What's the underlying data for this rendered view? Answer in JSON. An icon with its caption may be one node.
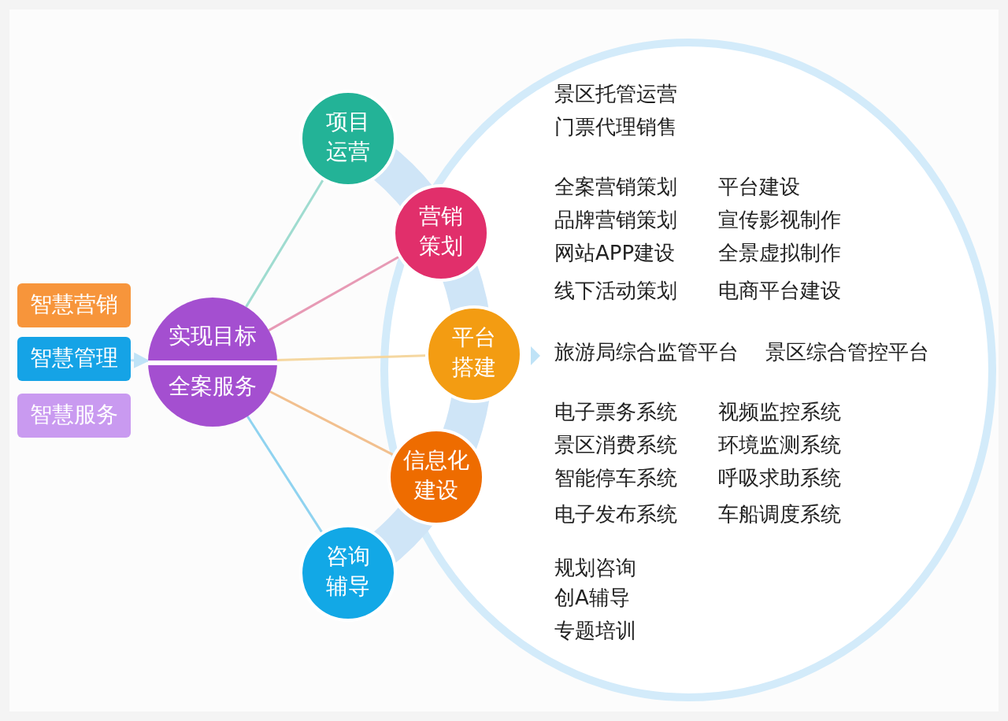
{
  "diagram": {
    "nodes": [
      {
        "text": [
          "智慧营销"
        ]
      },
      {
        "text": [
          "智慧管理"
        ]
      },
      {
        "text": [
          "智慧服务"
        ]
      },
      {
        "text": [
          "实现目标",
          "全案服务"
        ]
      },
      {
        "text": [
          "项目运营"
        ]
      },
      {
        "text": [
          "营销策划"
        ]
      },
      {
        "text": [
          "平台搭建"
        ]
      },
      {
        "text": [
          "信息化建设"
        ]
      },
      {
        "text": [
          "咨询辅导"
        ]
      }
    ],
    "edges": [
      {
        "from": 1,
        "to": 3,
        "arrow": "to",
        "color": "#bfe3f7"
      },
      {
        "from": 3,
        "to": 4,
        "arrow": "none",
        "color": "#9fdcd0"
      },
      {
        "from": 3,
        "to": 5,
        "arrow": "none",
        "color": "#e79ab5"
      },
      {
        "from": 3,
        "to": 6,
        "arrow": "none",
        "color": "#f5d7a0"
      },
      {
        "from": 3,
        "to": 7,
        "arrow": "none",
        "color": "#f2c08f"
      },
      {
        "from": 3,
        "to": 8,
        "arrow": "none",
        "color": "#8fd3f0"
      }
    ],
    "labels": [
      "景区托管运营",
      "门票代理销售",
      "全案营销策划",
      "平台建设",
      "品牌营销策划",
      "宣传影视制作",
      "网站APP建设",
      "全景虚拟制作",
      "线下活动策划",
      "电商平台建设",
      "旅游局综合监管平台",
      "景区综合管控平台",
      "电子票务系统",
      "视频监控系统",
      "景区消费系统",
      "环境监测系统",
      "智能停车系统",
      "呼吸求助系统",
      "电子发布系统",
      "车船调度系统",
      "规划咨询",
      "创A辅导",
      "专题培训"
    ]
  }
}
